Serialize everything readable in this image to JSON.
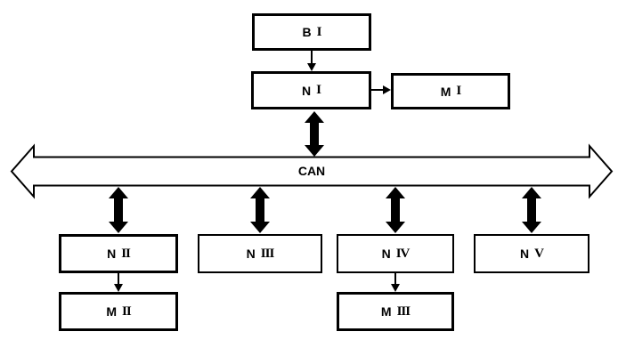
{
  "bus": {
    "label": "CAN"
  },
  "nodes": {
    "bi": {
      "letter": "B",
      "numeral": "I"
    },
    "ni": {
      "letter": "N",
      "numeral": "I"
    },
    "mi": {
      "letter": "M",
      "numeral": "I"
    },
    "nii": {
      "letter": "N",
      "numeral": "II"
    },
    "niii": {
      "letter": "N",
      "numeral": "III"
    },
    "niv": {
      "letter": "N",
      "numeral": "IV"
    },
    "nv": {
      "letter": "N",
      "numeral": "V"
    },
    "mii": {
      "letter": "M",
      "numeral": "II"
    },
    "miii": {
      "letter": "M",
      "numeral": "III"
    }
  },
  "colors": {
    "stroke": "#000000",
    "fill": "#ffffff"
  },
  "edges": [
    {
      "from": "B I",
      "to": "N I",
      "type": "thin-arrow"
    },
    {
      "from": "N I",
      "to": "M I",
      "type": "thin-arrow"
    },
    {
      "from": "N I",
      "to": "CAN",
      "type": "thick-double-arrow"
    },
    {
      "from": "CAN",
      "to": "N II",
      "type": "thick-double-arrow"
    },
    {
      "from": "CAN",
      "to": "N III",
      "type": "thick-double-arrow"
    },
    {
      "from": "CAN",
      "to": "N IV",
      "type": "thick-double-arrow"
    },
    {
      "from": "CAN",
      "to": "N V",
      "type": "thick-double-arrow"
    },
    {
      "from": "N II",
      "to": "M II",
      "type": "thin-arrow"
    },
    {
      "from": "N IV",
      "to": "M III",
      "type": "thin-arrow"
    }
  ]
}
